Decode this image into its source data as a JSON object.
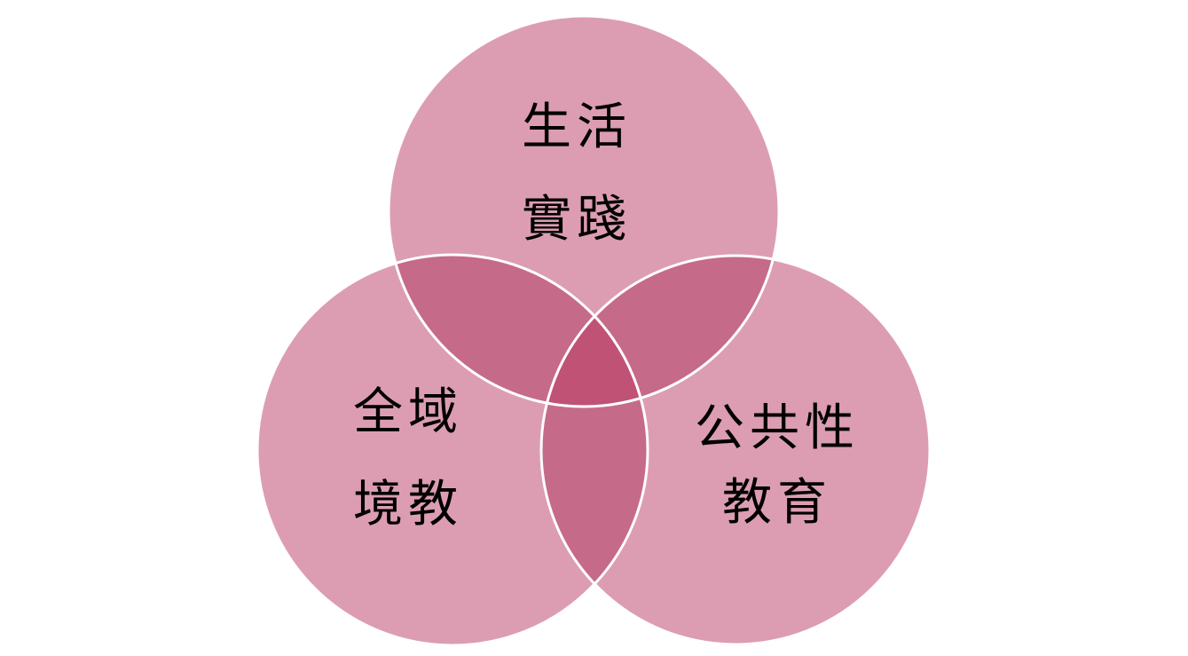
{
  "colors": {
    "circle": "#dc9db2",
    "pair_overlap": "#c66a8a",
    "center_overlap": "#c05276",
    "border": "#ffffff"
  },
  "circles": [
    {
      "id": "top",
      "lines": [
        "生活",
        "實踐"
      ]
    },
    {
      "id": "left",
      "lines": [
        "全域",
        "境教"
      ]
    },
    {
      "id": "right",
      "lines": [
        "公共性",
        "教育"
      ]
    }
  ]
}
